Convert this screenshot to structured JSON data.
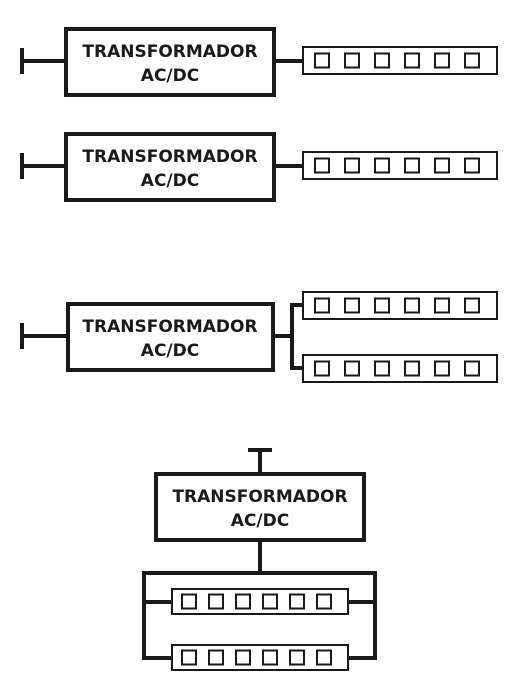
{
  "diagrams": [
    {
      "label_line1": "TRANSFORMADOR",
      "label_line2": "AC/DC"
    },
    {
      "label_line1": "TRANSFORMADOR",
      "label_line2": "AC/DC"
    },
    {
      "label_line1": "TRANSFORMADOR",
      "label_line2": "AC/DC"
    },
    {
      "label_line1": "TRANSFORMADOR",
      "label_line2": "AC/DC"
    }
  ],
  "colors": {
    "line": "#1a1a1a",
    "fill": "#ffffff"
  }
}
